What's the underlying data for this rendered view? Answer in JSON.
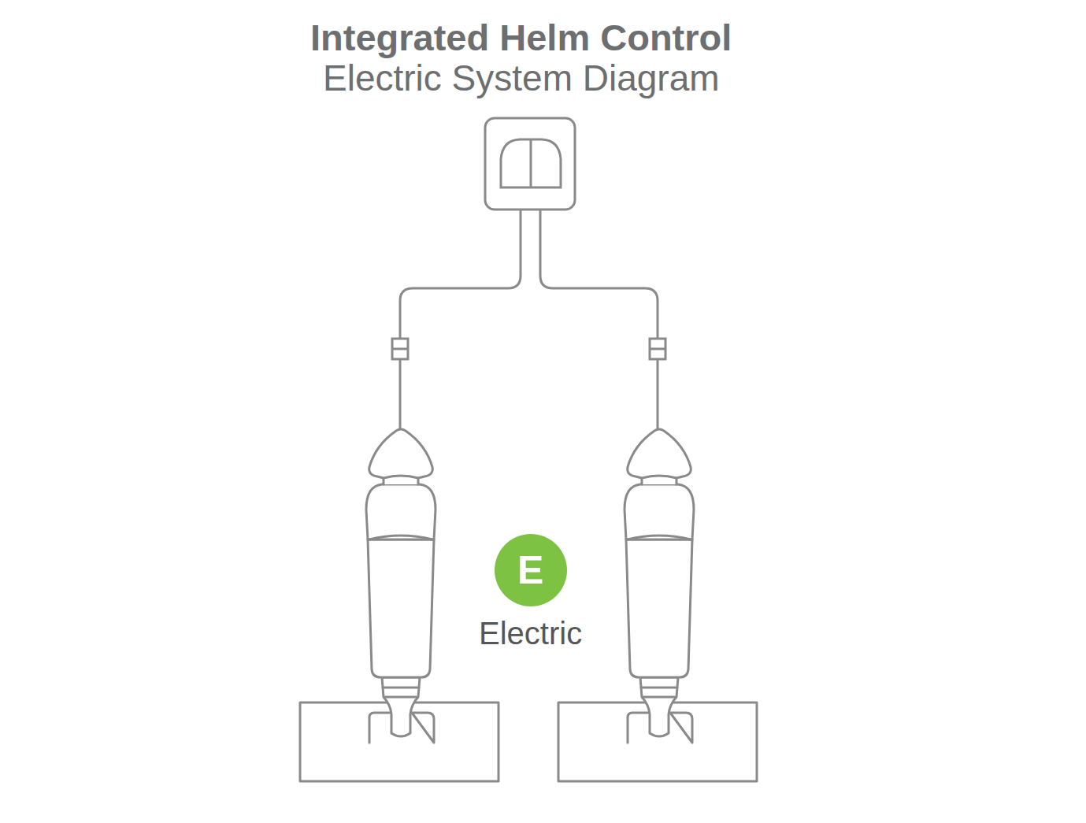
{
  "diagram": {
    "title": "Integrated Helm Control",
    "nodes": [
      {
        "text": [
          "E",
          "Electric"
        ]
      }
    ],
    "labels": [
      "Electric System Diagram"
    ]
  }
}
